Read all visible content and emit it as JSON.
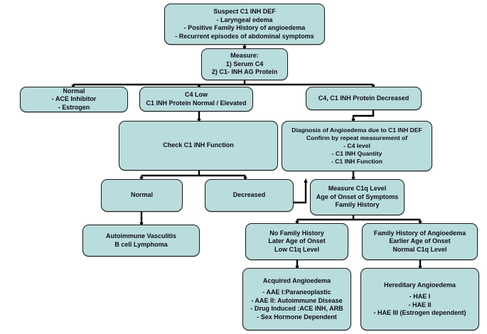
{
  "chart_data": {
    "type": "diagram",
    "title": "Diagnostic algorithm for C1 INH deficiency / angioedema",
    "nodes": [
      {
        "id": "suspect",
        "lines": [
          "Suspect C1 INH DEF",
          "- Laryngeal edema",
          "- Positive Family History of angioedema",
          "- Recurrent episodes of abdominal symptoms"
        ]
      },
      {
        "id": "measure",
        "lines": [
          "Measure:",
          "1) Serum C4",
          "2) C1- INH AG Protein"
        ]
      },
      {
        "id": "normal_ace",
        "lines": [
          "Normal",
          "- ACE Inhibitor",
          "- Estrogen"
        ]
      },
      {
        "id": "c4_low",
        "lines": [
          "C4 Low",
          "C1 INH Protein Normal / Elevated"
        ]
      },
      {
        "id": "c4_decreased",
        "lines": [
          "C4, C1 INH Protein Decreased"
        ]
      },
      {
        "id": "check_function",
        "lines": [
          "Check C1 INH Function"
        ]
      },
      {
        "id": "diagnosis",
        "lines": [
          "Diagnosis of Angioedema due to C1 INH DEF",
          "Confirm by repeat measurement of",
          "- C4 level",
          "- C1 INH Quantity",
          "- C1 INH Function"
        ]
      },
      {
        "id": "fn_normal",
        "lines": [
          "Normal"
        ]
      },
      {
        "id": "fn_decreased",
        "lines": [
          "Decreased"
        ]
      },
      {
        "id": "measure_c1q",
        "lines": [
          "Measure C1q Level",
          "Age of Onset of Symptoms",
          "Family History"
        ]
      },
      {
        "id": "autoimmune",
        "lines": [
          "Autoimmune Vasculitis",
          "B cell Lymphoma"
        ]
      },
      {
        "id": "no_family_history",
        "lines": [
          "No Family History",
          "Later Age of Onset",
          "Low C1q Level"
        ]
      },
      {
        "id": "family_history",
        "lines": [
          "Family History of Angioedema",
          "Earlier Age of Onset",
          "Normal C1q Level"
        ]
      },
      {
        "id": "acquired",
        "lines": [
          "Acquired Angioedema",
          "",
          "- AAE I:Paraneoplastic",
          "- AAE II: Autoimmune Disease",
          "- Drug Induced :ACE INH, ARB",
          "- Sex Hormone Dependent"
        ]
      },
      {
        "id": "hereditary",
        "lines": [
          "Hereditary Angioedema",
          "",
          "- HAE I",
          "- HAE II",
          "- HAE III (Estrogen dependent)"
        ]
      }
    ],
    "edges": [
      {
        "from": "suspect",
        "to": "measure"
      },
      {
        "from": "measure",
        "to": "normal_ace"
      },
      {
        "from": "measure",
        "to": "c4_low"
      },
      {
        "from": "measure",
        "to": "c4_decreased"
      },
      {
        "from": "c4_low",
        "to": "check_function"
      },
      {
        "from": "c4_decreased",
        "to": "diagnosis"
      },
      {
        "from": "check_function",
        "to": "fn_normal"
      },
      {
        "from": "check_function",
        "to": "fn_decreased"
      },
      {
        "from": "diagnosis",
        "to": "measure_c1q"
      },
      {
        "from": "fn_decreased",
        "to": "measure_c1q"
      },
      {
        "from": "fn_normal",
        "to": "autoimmune"
      },
      {
        "from": "measure_c1q",
        "to": "no_family_history"
      },
      {
        "from": "measure_c1q",
        "to": "family_history"
      },
      {
        "from": "no_family_history",
        "to": "acquired"
      },
      {
        "from": "family_history",
        "to": "hereditary"
      }
    ],
    "colors": {
      "node_fill": "#b9dcdd",
      "node_border": "#1b1b1b",
      "text": "#0d0d1a",
      "connector": "#000000",
      "background": "#ffffff"
    }
  },
  "nodes": {
    "suspect": {
      "l0": "Suspect C1 INH DEF",
      "l1": "- Laryngeal edema",
      "l2": "-  Positive Family History of angioedema",
      "l3": "-  Recurrent episodes of abdominal symptoms"
    },
    "measure": {
      "l0": "Measure:",
      "l1": "1) Serum C4",
      "l2": "2) C1- INH AG Protein"
    },
    "normal_ace": {
      "l0": "Normal",
      "l1": "- ACE Inhibitor",
      "l2": "-  Estrogen"
    },
    "c4_low": {
      "l0": "C4 Low",
      "l1": "C1 INH Protein Normal / Elevated"
    },
    "c4_decreased": {
      "l0": "C4, C1 INH Protein Decreased"
    },
    "check_function": {
      "l0": "Check C1 INH Function"
    },
    "diagnosis": {
      "l0": "Diagnosis of Angioedema due to C1 INH DEF",
      "l1": "Confirm by repeat measurement of",
      "l2": "- C4 level",
      "l3": "- C1 INH Quantity",
      "l4": "- C1 INH Function"
    },
    "fn_normal": {
      "l0": "Normal"
    },
    "fn_decreased": {
      "l0": "Decreased"
    },
    "measure_c1q": {
      "l0": "Measure C1q Level",
      "l1": "Age of Onset of Symptoms",
      "l2": "Family History"
    },
    "autoimmune": {
      "l0": "Autoimmune Vasculitis",
      "l1": "B cell Lymphoma"
    },
    "no_family_history": {
      "l0": "No Family History",
      "l1": "Later Age of Onset",
      "l2": "Low C1q Level"
    },
    "family_history": {
      "l0": "Family History of Angioedema",
      "l1": "Earlier Age of Onset",
      "l2": "Normal C1q Level"
    },
    "acquired": {
      "l0": "Acquired Angioedema",
      "l1": "- AAE I:Paraneoplastic",
      "l2": "- AAE II: Autoimmune Disease",
      "l3": "- Drug Induced :ACE INH, ARB",
      "l4": "- Sex Hormone Dependent"
    },
    "hereditary": {
      "l0": "Hereditary Angioedema",
      "l1": "- HAE I",
      "l2": "- HAE II",
      "l3": "- HAE III (Estrogen dependent)"
    }
  }
}
